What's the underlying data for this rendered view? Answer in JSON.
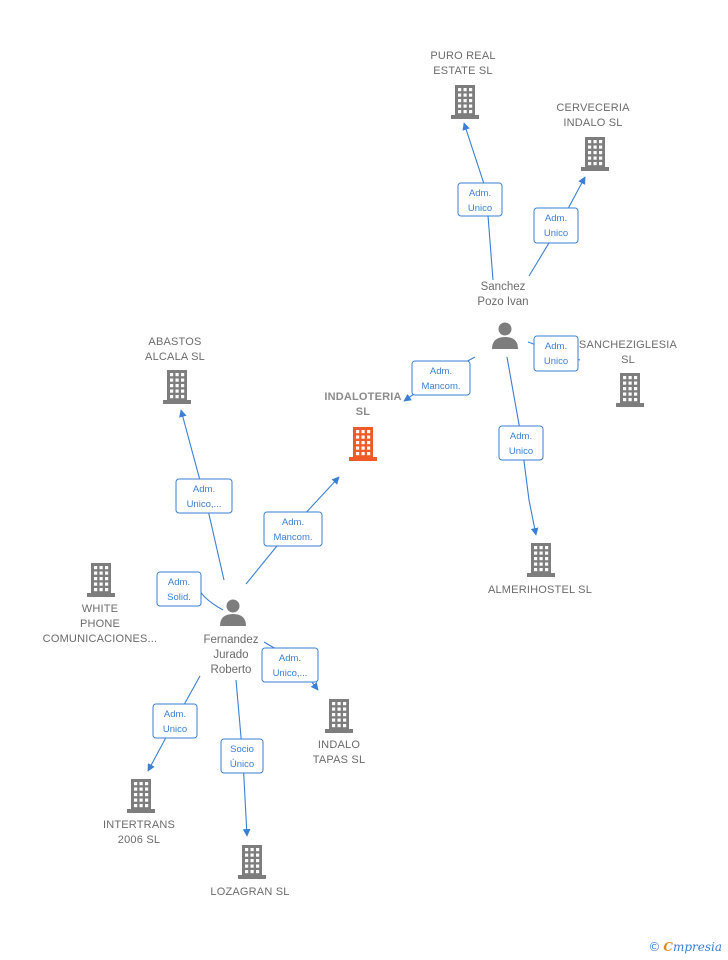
{
  "colors": {
    "edge": "#3a7fd5",
    "building_gray": "#7d7d7d",
    "building_main": "#f05a28",
    "person": "#7d7d7d"
  },
  "icons": {
    "company": "building-icon",
    "person": "person-icon"
  },
  "companies": [
    {
      "id": "indaloteria",
      "lines": [
        "INDALOTERIA",
        "SL"
      ],
      "main": true
    },
    {
      "id": "puro-real-estate",
      "lines": [
        "PURO REAL",
        "ESTATE  SL"
      ]
    },
    {
      "id": "cerveceria-indalo",
      "lines": [
        "CERVECERIA",
        "INDALO  SL"
      ]
    },
    {
      "id": "sancheziglesia",
      "lines": [
        "SANCHEZIGLESIA",
        "SL"
      ]
    },
    {
      "id": "almerihostel",
      "lines": [
        "ALMERIHOSTEL SL"
      ]
    },
    {
      "id": "abastos-alcala",
      "lines": [
        "ABASTOS",
        "ALCALA  SL"
      ]
    },
    {
      "id": "white-phone",
      "lines": [
        "WHITE",
        "PHONE",
        "COMUNICACIONES..."
      ]
    },
    {
      "id": "indalo-tapas",
      "lines": [
        "INDALO",
        "TAPAS SL"
      ]
    },
    {
      "id": "intertrans",
      "lines": [
        "INTERTRANS",
        "2006 SL"
      ]
    },
    {
      "id": "lozagran",
      "lines": [
        "LOZAGRAN  SL"
      ]
    }
  ],
  "persons": [
    {
      "id": "sanchez-pozo",
      "lines": [
        "Sanchez",
        "Pozo Ivan"
      ]
    },
    {
      "id": "fernandez-jurado",
      "lines": [
        "Fernandez",
        "Jurado",
        "Roberto"
      ]
    }
  ],
  "edges": [
    {
      "from": "sanchez-pozo",
      "to": "puro-real-estate",
      "label": [
        "Adm.",
        "Unico"
      ]
    },
    {
      "from": "sanchez-pozo",
      "to": "cerveceria-indalo",
      "label": [
        "Adm.",
        "Unico"
      ]
    },
    {
      "from": "sanchez-pozo",
      "to": "sancheziglesia",
      "label": [
        "Adm.",
        "Unico"
      ]
    },
    {
      "from": "sanchez-pozo",
      "to": "indaloteria",
      "label": [
        "Adm.",
        "Mancom."
      ]
    },
    {
      "from": "sanchez-pozo",
      "to": "almerihostel",
      "label": [
        "Adm.",
        "Unico"
      ]
    },
    {
      "from": "fernandez-jurado",
      "to": "abastos-alcala",
      "label": [
        "Adm.",
        "Unico,..."
      ]
    },
    {
      "from": "fernandez-jurado",
      "to": "indaloteria",
      "label": [
        "Adm.",
        "Mancom."
      ]
    },
    {
      "from": "fernandez-jurado",
      "to": "white-phone",
      "label": [
        "Adm.",
        "Solid."
      ]
    },
    {
      "from": "fernandez-jurado",
      "to": "indalo-tapas",
      "label": [
        "Adm.",
        "Unico,..."
      ]
    },
    {
      "from": "fernandez-jurado",
      "to": "intertrans",
      "label": [
        "Adm.",
        "Unico"
      ]
    },
    {
      "from": "fernandez-jurado",
      "to": "lozagran",
      "label": [
        "Socio",
        "Único"
      ]
    }
  ],
  "footer": {
    "copyright": "©",
    "brand_initial": "C",
    "brand_rest": "mpresia"
  }
}
